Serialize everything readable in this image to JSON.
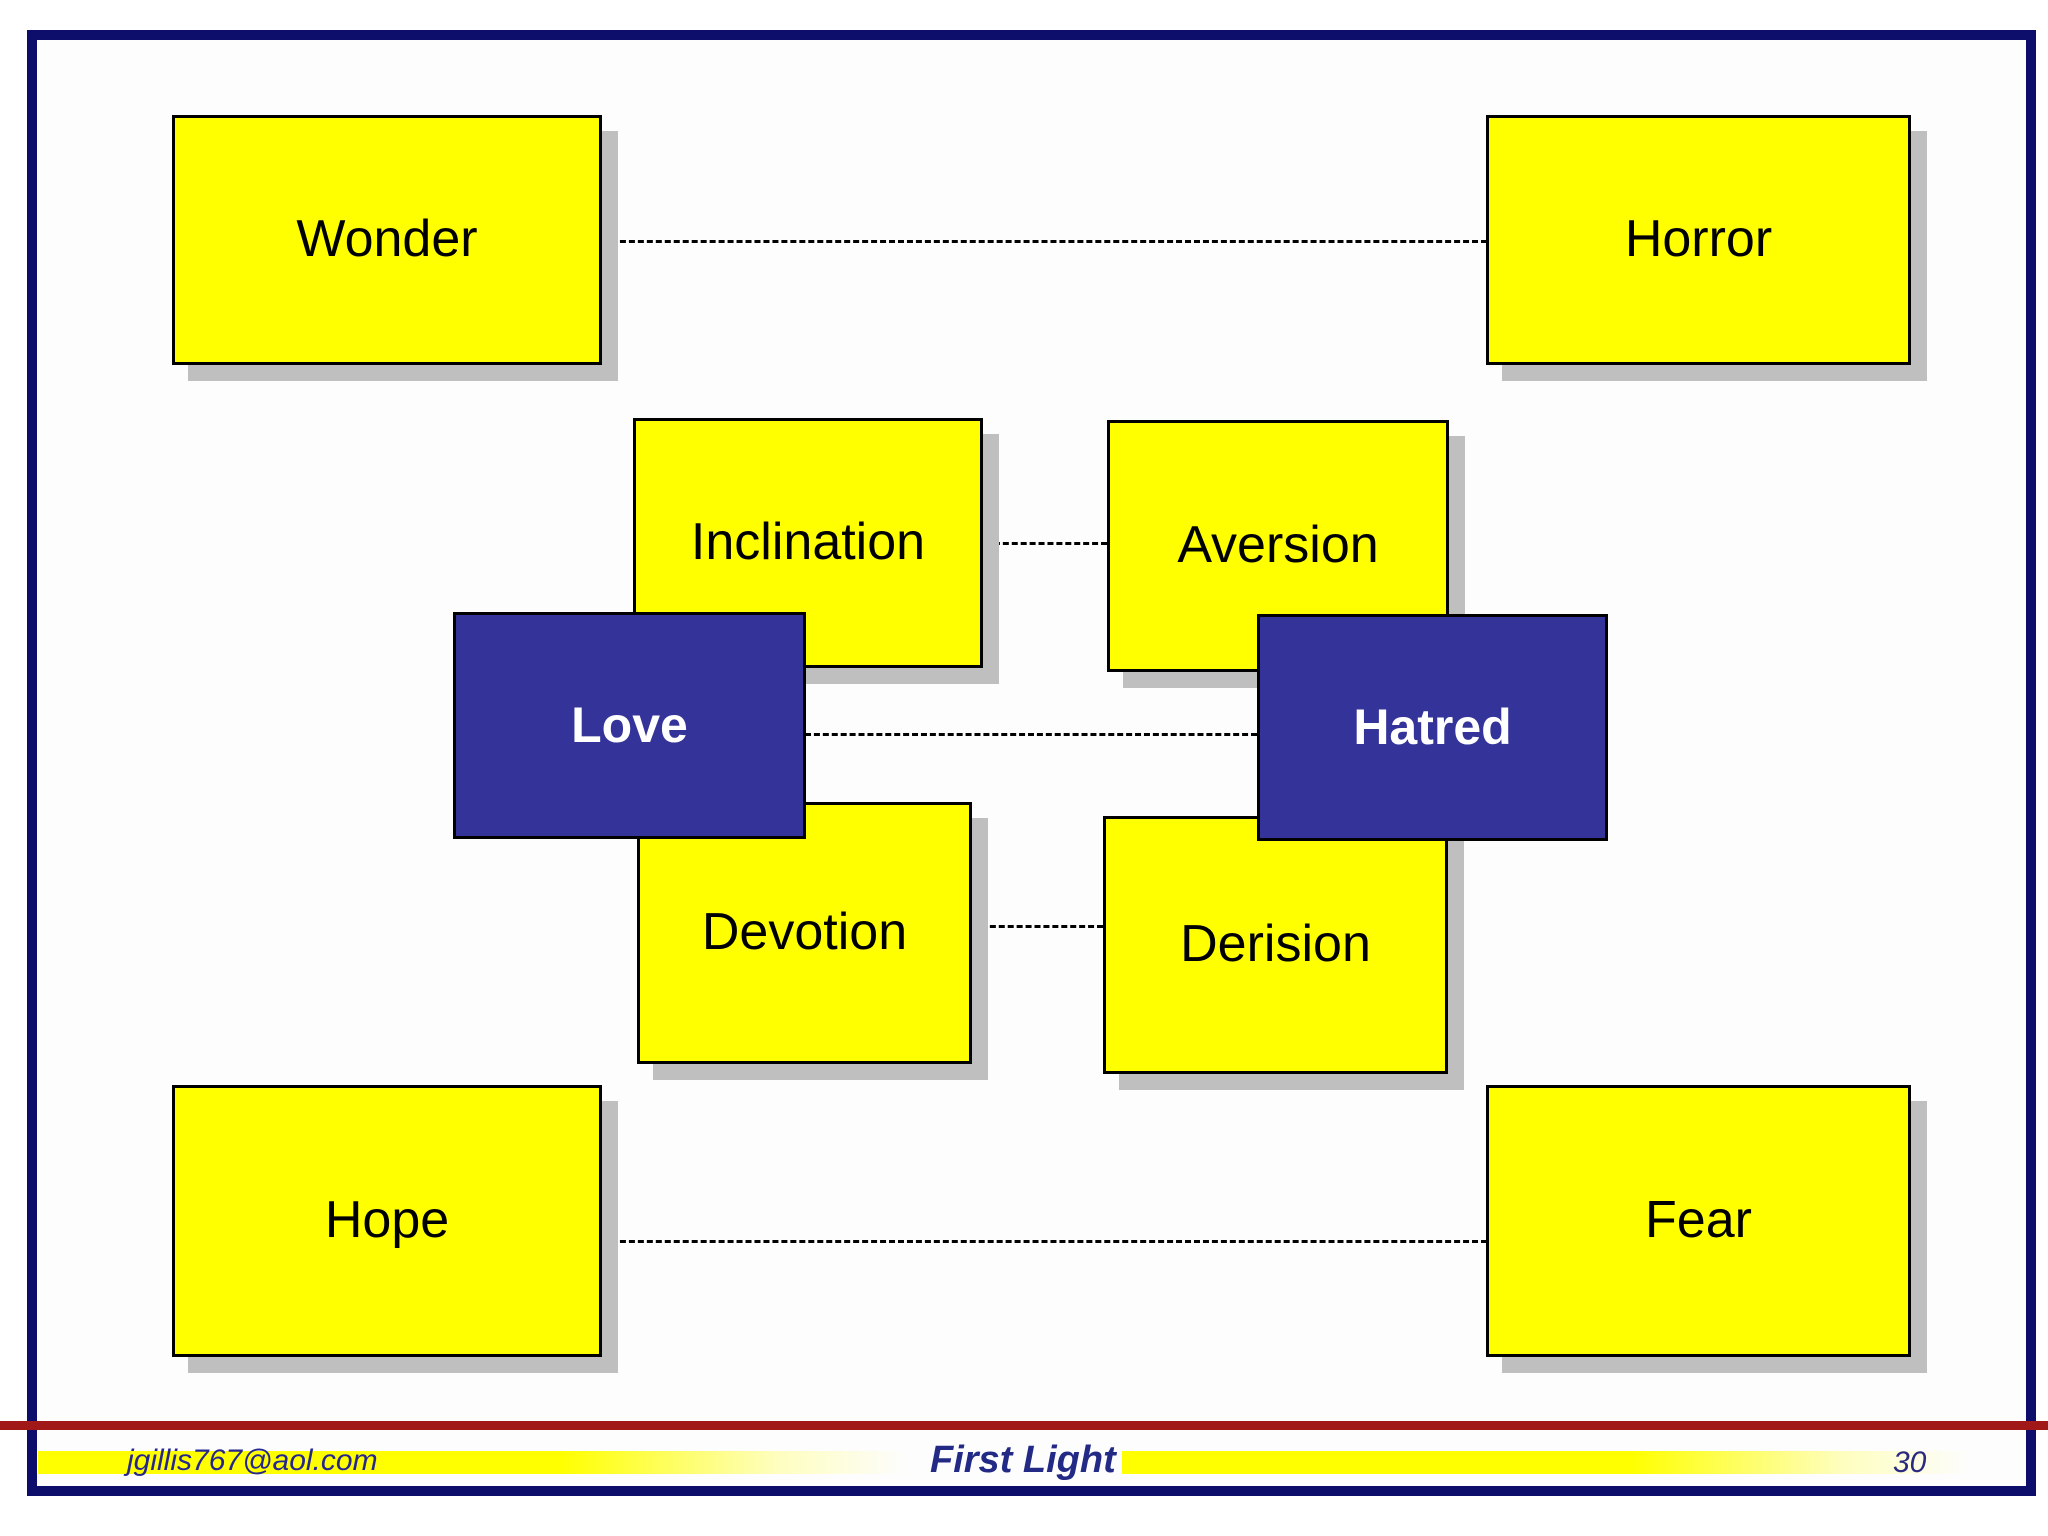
{
  "colors": {
    "frame": "#0D0D6B",
    "yellow": "#FFFF00",
    "navy": "#333399",
    "shadow": "#BFBFBF",
    "red": "#A01818"
  },
  "diagram": {
    "pairs": [
      {
        "left": "Wonder",
        "right": "Horror",
        "style": "yellow"
      },
      {
        "left": "Inclination",
        "right": "Aversion",
        "style": "yellow"
      },
      {
        "left": "Love",
        "right": "Hatred",
        "style": "navy"
      },
      {
        "left": "Devotion",
        "right": "Derision",
        "style": "yellow"
      },
      {
        "left": "Hope",
        "right": "Fear",
        "style": "yellow"
      }
    ]
  },
  "footer": {
    "email": "jgillis767@aol.com",
    "title": "First Light",
    "page": "30"
  }
}
